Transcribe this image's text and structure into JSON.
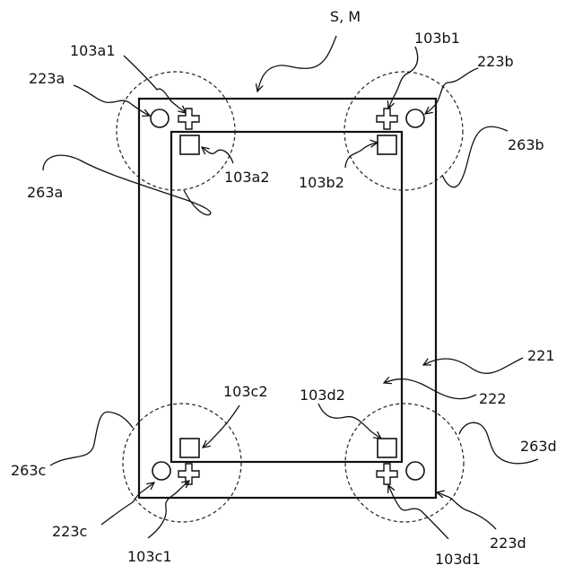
{
  "labels": {
    "sm": "S, M",
    "outer_rect": "221",
    "inner_rect": "222",
    "mark_a1": "103a1",
    "mark_a2": "103a2",
    "mark_b1": "103b1",
    "mark_b2": "103b2",
    "mark_c1": "103c1",
    "mark_c2": "103c2",
    "mark_d1": "103d1",
    "mark_d2": "103d2",
    "hole_a": "223a",
    "hole_b": "223b",
    "hole_c": "223c",
    "hole_d": "223d",
    "zone_a": "263a",
    "zone_b": "263b",
    "zone_c": "263c",
    "zone_d": "263d"
  }
}
